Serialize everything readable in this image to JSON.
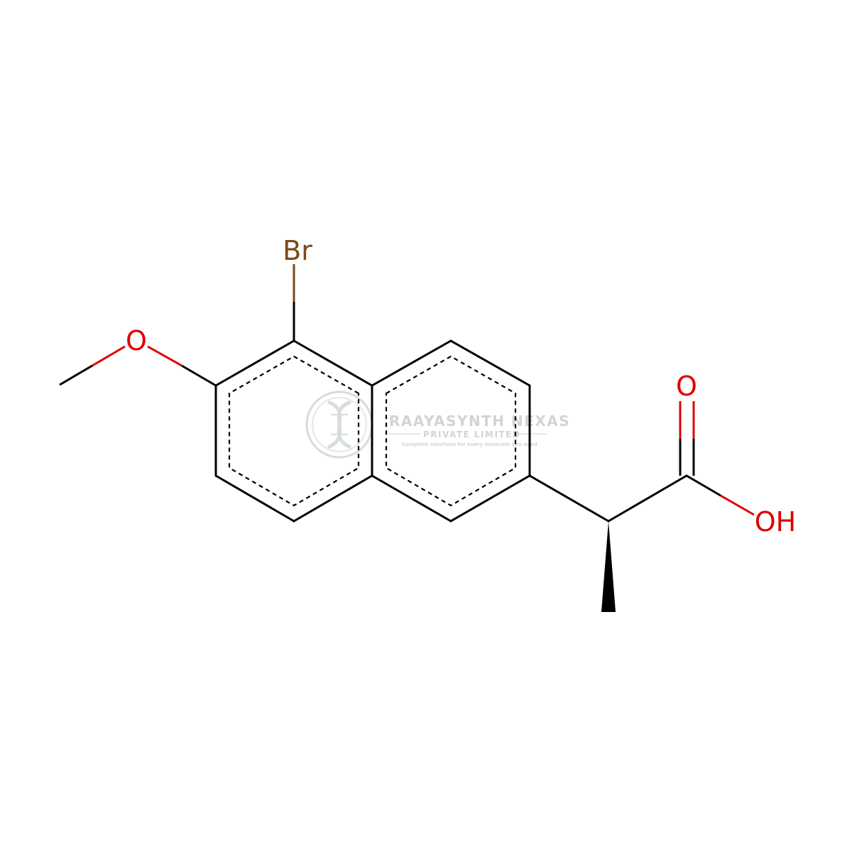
{
  "colors": {
    "bond": "#000000",
    "oxygen": "#e00000",
    "bromine": "#7a4a1a",
    "watermark": "#cfcfcf"
  },
  "atoms": {
    "br": "Br",
    "o_methoxy": "O",
    "o_carbonyl": "O",
    "oh": "OH"
  },
  "watermark": {
    "title": "RAAYASYNTH NEXAS",
    "subtitle": "PRIVATE LIMITED",
    "tagline": "Complete solutions for every molecule you need"
  }
}
